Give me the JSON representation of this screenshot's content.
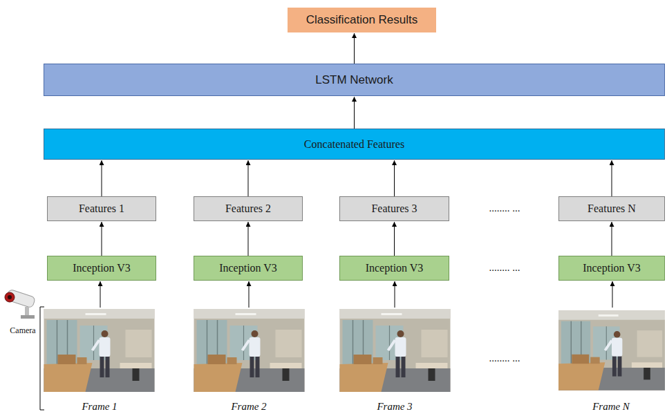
{
  "diagram": {
    "nodes": [
      {
        "text": [
          "Classification Results"
        ]
      },
      {
        "text": [
          "LSTM Network"
        ]
      },
      {
        "text": [
          "Concatenated Features"
        ]
      },
      {
        "text": [
          "Features 1"
        ]
      },
      {
        "text": [
          "Features 2"
        ]
      },
      {
        "text": [
          "Features 3"
        ]
      },
      {
        "text": [
          "Features N"
        ]
      },
      {
        "text": [
          "Inception V3"
        ]
      },
      {
        "text": [
          "Inception V3"
        ]
      },
      {
        "text": [
          "Inception V3"
        ]
      },
      {
        "text": [
          "Inception V3"
        ]
      }
    ],
    "edges": [
      {
        "from": 7,
        "to": 3,
        "arrow": "to"
      },
      {
        "from": 8,
        "to": 4,
        "arrow": "to"
      },
      {
        "from": 9,
        "to": 5,
        "arrow": "to"
      },
      {
        "from": 10,
        "to": 6,
        "arrow": "to"
      },
      {
        "from": 3,
        "to": 2,
        "arrow": "to"
      },
      {
        "from": 4,
        "to": 2,
        "arrow": "to"
      },
      {
        "from": 5,
        "to": 2,
        "arrow": "to"
      },
      {
        "from": 6,
        "to": 2,
        "arrow": "to"
      },
      {
        "from": 2,
        "to": 1,
        "arrow": "to"
      },
      {
        "from": 1,
        "to": 0,
        "arrow": "to"
      }
    ],
    "labels": [
      "Camera",
      "Frame 1",
      "Frame 2",
      "Frame 3",
      "Frame N",
      "........ ...",
      "........ ...",
      "........ ..."
    ]
  }
}
